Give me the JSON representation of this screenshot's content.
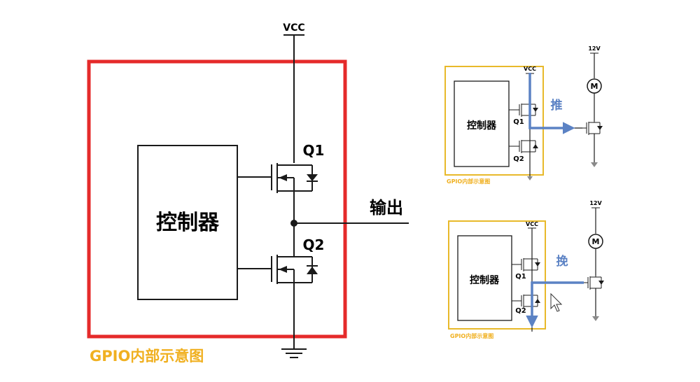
{
  "main": {
    "vcc_label": "VCC",
    "q1_label": "Q1",
    "q2_label": "Q2",
    "controller_label": "控制器",
    "output_label": "输出",
    "caption": "GPIO内部示意图"
  },
  "push_panel": {
    "vcc_label": "VCC",
    "q1_label": "Q1",
    "q2_label": "Q2",
    "controller_label": "控制器",
    "caption": "GPIO内部示意图",
    "action_label": "推",
    "supply_label": "12V",
    "motor_label": "M"
  },
  "pull_panel": {
    "vcc_label": "VCC",
    "q1_label": "Q1",
    "q2_label": "Q2",
    "controller_label": "控制器",
    "caption": "GPIO内部示意图",
    "action_label": "挽",
    "supply_label": "12V",
    "motor_label": "M"
  },
  "colors": {
    "red_frame": "#e52a2a",
    "yellow_frame": "#e8b92a",
    "caption_orange": "#f0b020",
    "current_blue": "#5b82c4",
    "wire": "#1a1a1a",
    "ground_gray": "#8a8a8a"
  }
}
